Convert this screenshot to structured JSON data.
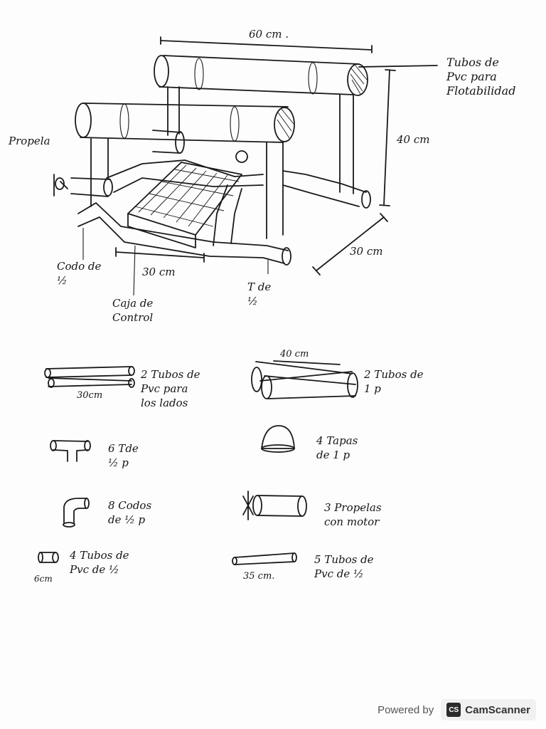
{
  "diagram": {
    "top_dimension": "60 cm .",
    "flotation_label": "Tubos de\nPvc para\nFlotabilidad",
    "height_dimension": "40 cm",
    "propeller_label": "Propela",
    "depth_dimension": "30 cm",
    "elbow_label": "Codo de\n½",
    "bottom_dimension": "30 cm",
    "tee_label": "T de\n½",
    "control_box_label": "Caja de\nControl"
  },
  "parts": [
    {
      "id": "side-tubes",
      "text": "2 Tubos de\nPvc para\nlos lados",
      "dim": "30cm"
    },
    {
      "id": "float-tubes",
      "text": "2 Tubos de\n1 p",
      "dim": "40 cm"
    },
    {
      "id": "tees",
      "text": "6 Tde\n½ p",
      "dim": ""
    },
    {
      "id": "caps",
      "text": "4 Tapas\nde 1 p",
      "dim": ""
    },
    {
      "id": "elbows",
      "text": "8 Codos\nde ½ p",
      "dim": ""
    },
    {
      "id": "propellers",
      "text": "3 Propelas\ncon motor",
      "dim": ""
    },
    {
      "id": "short-tubes",
      "text": "4 Tubos de\nPvc de ½",
      "dim": "6cm"
    },
    {
      "id": "long-tubes",
      "text": "5 Tubos de\nPvc de ½",
      "dim": "35 cm."
    }
  ],
  "footer": {
    "powered_by": "Powered by",
    "brand_logo": "CS",
    "brand": "CamScanner"
  },
  "icons": [
    "propeller-icon",
    "camscanner-logo-icon"
  ]
}
